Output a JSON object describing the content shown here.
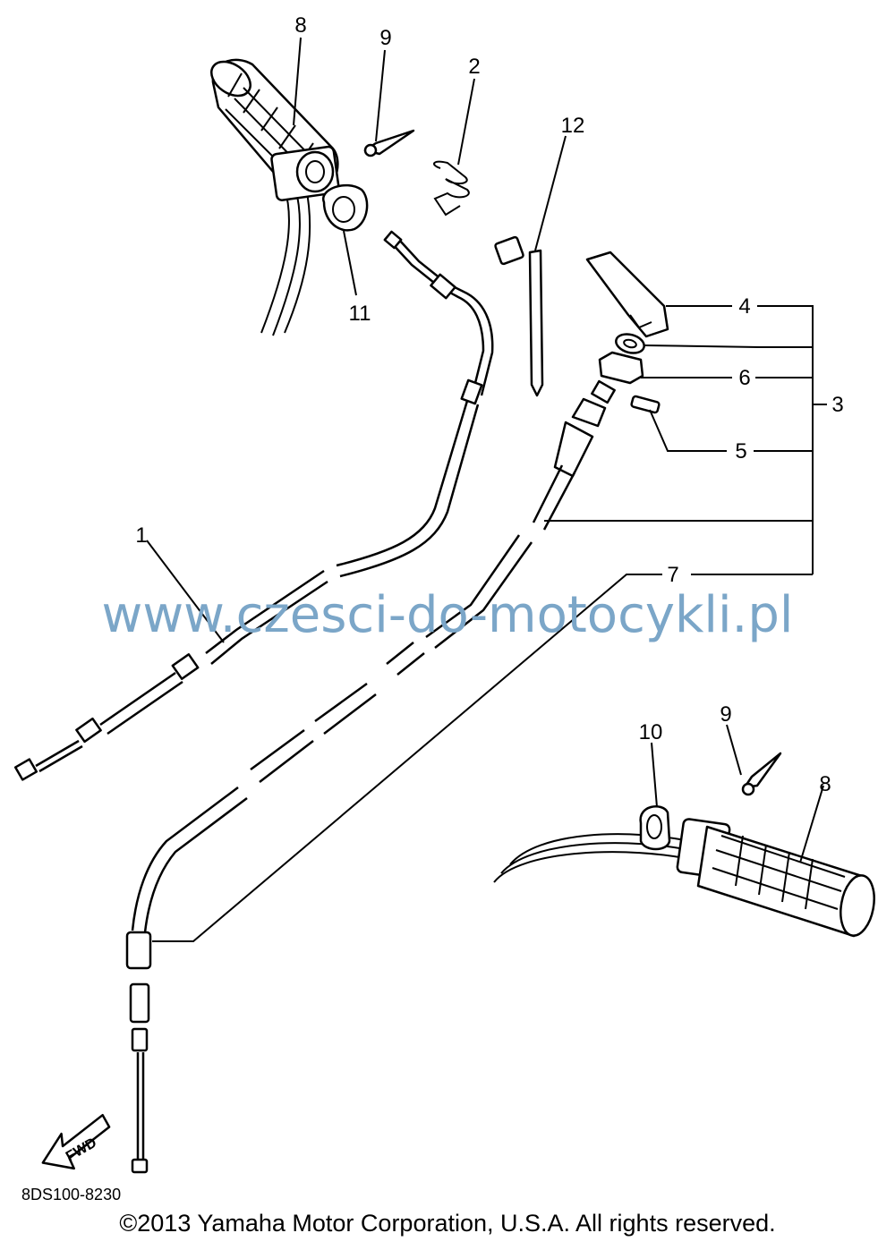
{
  "watermark": "www.czesci-do-motocykli.pl",
  "diagram_code": "8DS100-8230",
  "copyright": "©2013 Yamaha Motor Corporation, U.S.A. All rights reserved.",
  "fwd_label": "FWD",
  "callouts": {
    "c1": "1",
    "c2": "2",
    "c3": "3",
    "c4": "4",
    "c5": "5",
    "c6": "6",
    "c7": "7",
    "c8a": "8",
    "c8b": "8",
    "c9a": "9",
    "c9b": "9",
    "c10": "10",
    "c11": "11",
    "c12": "12"
  }
}
